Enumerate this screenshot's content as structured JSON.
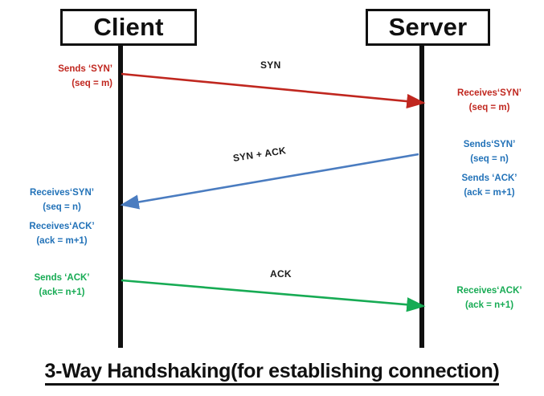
{
  "diagram": {
    "title": "3-Way Handshaking(for establishing connection)",
    "nodes": {
      "client": "Client",
      "server": "Server"
    },
    "colors": {
      "syn": "#c0271f",
      "syn_ack": "#2272b8",
      "ack": "#17ab54",
      "lifeline": "#101010",
      "label": "#1a1a1a"
    },
    "messages": [
      {
        "label": "SYN",
        "from": "client",
        "to": "server",
        "color": "#c0271f"
      },
      {
        "label": "SYN + ACK",
        "from": "server",
        "to": "client",
        "color": "#2272b8"
      },
      {
        "label": "ACK",
        "from": "client",
        "to": "server",
        "color": "#17ab54"
      }
    ],
    "notes": {
      "client_sends_syn": {
        "line1": "Sends ‘SYN’",
        "line2": "(seq = m)"
      },
      "client_receives_syn": {
        "line1": "Receives‘SYN’",
        "line2": "(seq = n)"
      },
      "client_receives_ack": {
        "line1": "Receives‘ACK’",
        "line2": "(ack = m+1)"
      },
      "client_sends_ack": {
        "line1": "Sends ‘ACK’",
        "line2": "(ack= n+1)"
      },
      "server_receives_syn": {
        "line1": "Receives‘SYN’",
        "line2": "(seq = m)"
      },
      "server_sends_syn": {
        "line1": "Sends‘SYN’",
        "line2": "(seq = n)"
      },
      "server_sends_ack": {
        "line1": "Sends ‘ACK’",
        "line2": "(ack = m+1)"
      },
      "server_receives_ack": {
        "line1": "Receives‘ACK’",
        "line2": "(ack = n+1)"
      }
    }
  }
}
